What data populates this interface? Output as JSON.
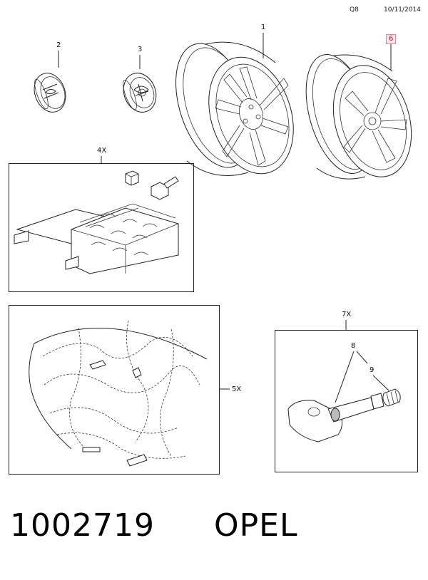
{
  "header": {
    "code": "Q8",
    "date": "10/11/2014"
  },
  "callouts": {
    "p1": "1",
    "p2": "2",
    "p3": "3",
    "p6": "6",
    "q4x": "4X",
    "q5x": "5X",
    "q7x": "7X",
    "p8": "8",
    "p9": "9"
  },
  "footer": {
    "part_number": "1002719",
    "brand": "OPEL"
  },
  "colors": {
    "highlight_text": "#c0143c",
    "highlight_bg": "#fbe3e8",
    "line": "#222222"
  }
}
